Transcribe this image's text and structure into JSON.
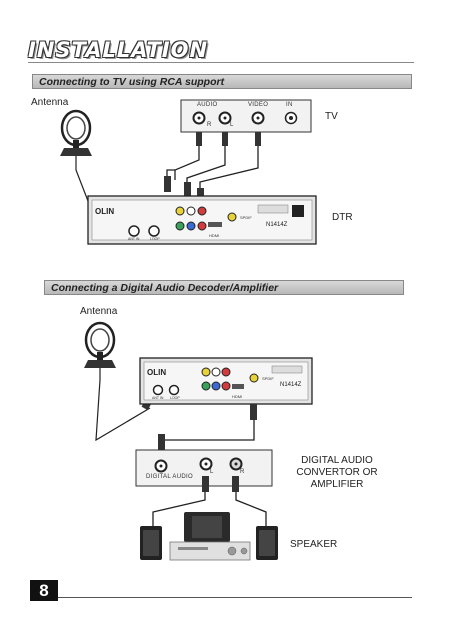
{
  "page": {
    "title": "INSTALLATION",
    "page_number": "8"
  },
  "section1": {
    "heading": "Connecting to TV using RCA support",
    "antenna_label": "Antenna",
    "tv_label": "TV",
    "dtr_label": "DTR",
    "tv_panel": {
      "audio": "AUDIO",
      "video": "VIDEO",
      "in": "IN",
      "r": "R",
      "l": "L"
    },
    "dtr_panel": {
      "brand": "OLIN",
      "model": "N1414Z",
      "spdif": "SPDIF",
      "hdmi": "HDMI",
      "ant_in": "ANT IN",
      "loop": "LOOP"
    }
  },
  "section2": {
    "heading": "Connecting a Digital Audio Decoder/Amplifier",
    "antenna_label": "Antenna",
    "decoder_panel": {
      "digital_audio": "DIGITAL AUDIO",
      "l": "L",
      "r": "R"
    },
    "decoder_label_lines": [
      "DIGITAL AUDIO",
      "CONVERTOR OR",
      "AMPLIFIER"
    ],
    "speaker_label": "SPEAKER",
    "dtr_panel": {
      "brand": "OLIN",
      "model": "N1414Z",
      "spdif": "SPDIF",
      "hdmi": "HDMI",
      "ant_in": "ANT IN",
      "loop": "LOOP"
    }
  },
  "colors": {
    "section_bar": "#c8c8c8",
    "panel_fill": "#f2f2f2",
    "dtr_fill": "#e4e4e4",
    "rca_yellow": "#e8d23a",
    "rca_red": "#d23c3c",
    "rca_white": "#ffffff",
    "rca_green": "#3aa05a",
    "rca_blue": "#3a6ad2"
  }
}
